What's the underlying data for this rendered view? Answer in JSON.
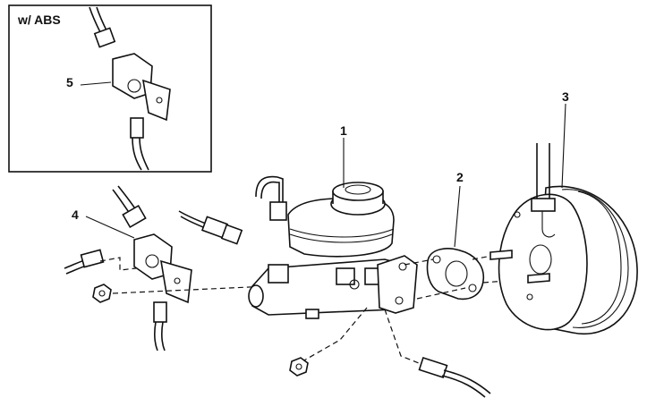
{
  "inset": {
    "title": "w/  ABS"
  },
  "callouts": {
    "c1": "1",
    "c2": "2",
    "c3": "3",
    "c4": "4",
    "c5": "5"
  }
}
